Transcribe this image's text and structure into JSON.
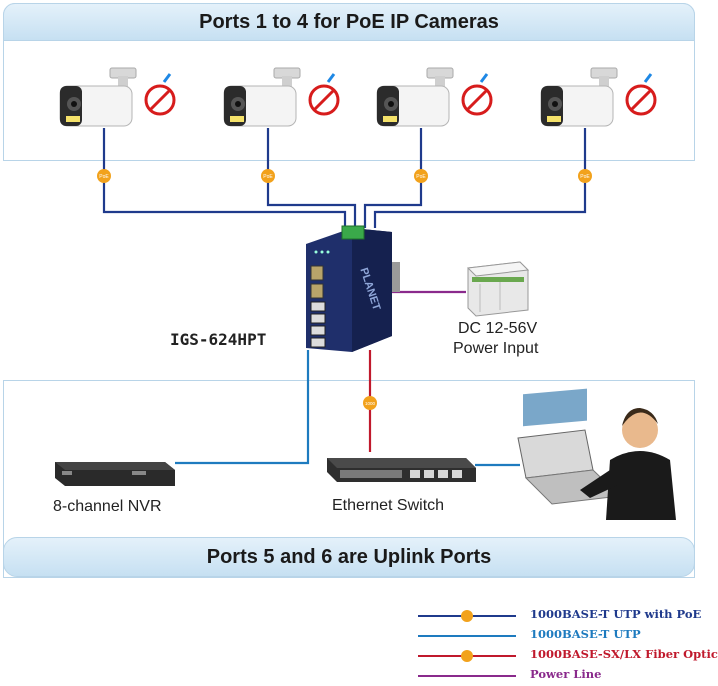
{
  "header": {
    "title": "Ports 1 to 4 for PoE IP Cameras"
  },
  "footer_band": {
    "title": "Ports 5 and 6 are Uplink Ports"
  },
  "badges": {
    "poe": "PoE",
    "fiber": "1000"
  },
  "device": {
    "switch_model": "IGS-624HPT",
    "brand": "PLANET"
  },
  "power": {
    "line1": "DC 12-56V",
    "line2": "Power Input"
  },
  "nvr": {
    "label": "8-channel NVR"
  },
  "ethernet_switch": {
    "label": "Ethernet Switch"
  },
  "legend": [
    {
      "label": "1000BASE-T UTP with PoE",
      "color": "#1f3a8c",
      "badge": "PoE"
    },
    {
      "label": "1000BASE-T UTP",
      "color": "#1e7bbf",
      "badge": ""
    },
    {
      "label": "1000BASE-SX/LX Fiber Optic",
      "color": "#c0192c",
      "badge": "1000"
    },
    {
      "label": "Power Line",
      "color": "#8a2a8c",
      "badge": ""
    }
  ],
  "colors": {
    "poe_line": "#1f3a8c",
    "utp_line": "#1e7bbf",
    "fiber_line": "#c0192c",
    "power_line": "#8a2a8c",
    "badge": "#f2a21c"
  }
}
